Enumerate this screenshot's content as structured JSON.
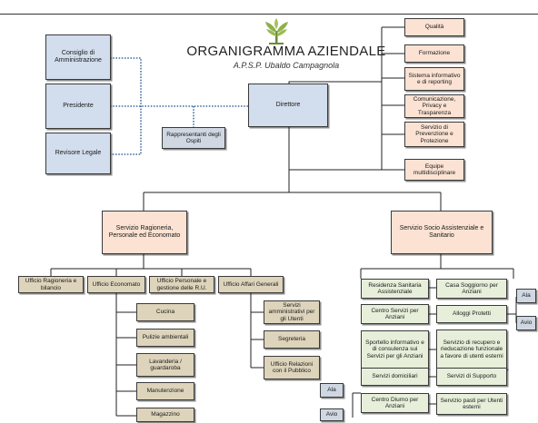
{
  "header": {
    "title": "ORGANIGRAMMA AZIENDALE",
    "subtitle": "A.P.S.P. Ubaldo Campagnola"
  },
  "governance": {
    "consiglio": "Consiglio di Amministrazione",
    "presidente": "Presidente",
    "revisore": "Revisore Legale",
    "rappresentanti": "Rappresentanti degli Ospiti",
    "direttore": "Direttore"
  },
  "staff": {
    "qualita": "Qualità",
    "formazione": "Formazione",
    "sistema": "Sistema informativo e di reporting",
    "comunicazione": "Comunicazione, Privacy e Trasparenza",
    "prevenzione": "Servizio di Prevenzione e Protezione",
    "equipe": "Equipe multidisciplinare"
  },
  "servizio_ragioneria": {
    "label": "Servizio Ragioneria, Personale ed Economato",
    "uffici": {
      "ragioneria": "Ufficio Ragioneria e bilancio",
      "economato": "Ufficio Economato",
      "personale": "Ufficio Personale e gestione delle R.U.",
      "affari": "Ufficio Affari Generali"
    },
    "economato_items": {
      "cucina": "Cucina",
      "pulizie": "Pulizie ambientali",
      "lavanderia": "Lavanderia / guardaroba",
      "manutenzione": "Manutenzione",
      "magazzino": "Magazzino"
    },
    "affari_items": {
      "servizi_amm": "Servizi amministrativi per gli Utenti",
      "segreteria": "Segreteria",
      "relazioni": "Ufficio Relazioni con il Pubblico"
    }
  },
  "servizio_socio": {
    "label": "Servizio Socio Assistenziale e Sanitario",
    "left": {
      "rsa": "Residenza Sanitaria Assistenziale",
      "centro_servizi": "Centro Servizi per Anziani",
      "sportello": "Sportello informativo e di consulenza sui Servizi per gli Anziani",
      "domiciliari": "Servizi domiciliari",
      "diurno": "Centro Diurno per Anziani"
    },
    "right": {
      "casa_soggiorno": "Casa Soggiorno per Anziani",
      "alloggi": "Alloggi Protetti",
      "recupero": "Servizio di recupero e rieducazione funzionale a favore di utenti esterni",
      "supporto": "Servizi di Supporto",
      "pasti": "Servizio pasti per Utenti esterni"
    },
    "tags": {
      "ala_1": "Ala",
      "avio_1": "Avio",
      "ala_2": "Ala",
      "avio_2": "Avio"
    }
  }
}
